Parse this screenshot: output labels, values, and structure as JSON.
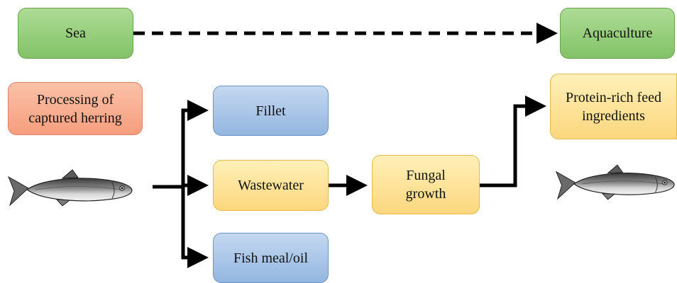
{
  "nodes": {
    "sea": "Sea",
    "aquaculture": "Aquaculture",
    "processing_line1": "Processing of",
    "processing_line2": "captured herring",
    "fillet": "Fillet",
    "wastewater": "Wastewater",
    "fish_meal": "Fish meal/oil",
    "fungal_line1": "Fungal",
    "fungal_line2": "growth",
    "protein_line1": "Protein-rich feed",
    "protein_line2": "ingredients"
  },
  "icons": {
    "fish": "herring-fish-icon"
  },
  "colors": {
    "green": "#9ccf83",
    "blue": "#a9c4e8",
    "yellow": "#fde59b",
    "red": "#f8ae92",
    "arrow": "#000000"
  }
}
